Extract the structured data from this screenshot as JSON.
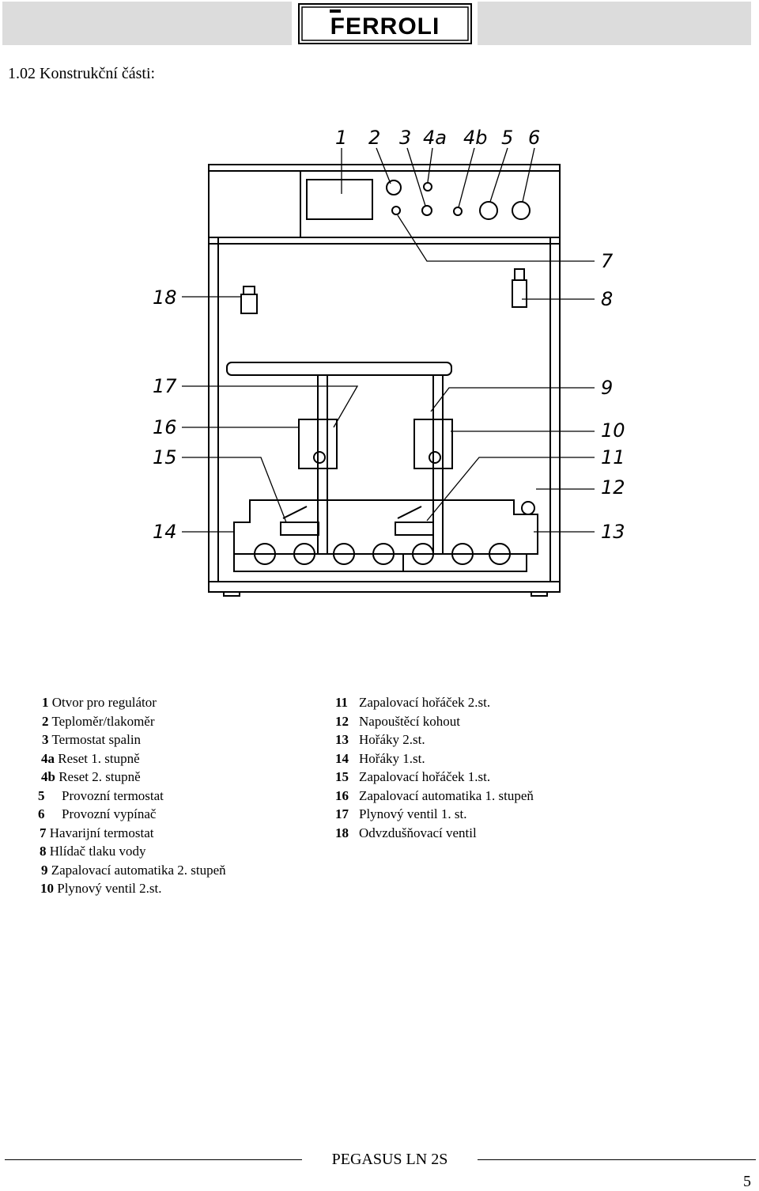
{
  "header": {
    "logo_text": "FERROLI"
  },
  "section_title": "1.02 Konstrukční části:",
  "diagram": {
    "labels": [
      "1",
      "2",
      "3",
      "4a",
      "4b",
      "5",
      "6",
      "7",
      "8",
      "9",
      "10",
      "11",
      "12",
      "13",
      "14",
      "15",
      "16",
      "17",
      "18"
    ]
  },
  "legend": {
    "left": [
      {
        "num": "1",
        "text": "Otvor pro regulátor"
      },
      {
        "num": "2",
        "text": "Teploměr/tlakoměr"
      },
      {
        "num": "3",
        "text": "Termostat spalin"
      },
      {
        "num": "4a",
        "text": "Reset 1. stupně"
      },
      {
        "num": "4b",
        "text": "Reset 2. stupně"
      },
      {
        "num": "5",
        "text": "Provozní termostat"
      },
      {
        "num": "6",
        "text": "Provozní vypínač"
      },
      {
        "num": "7",
        "text": "Havarijní termostat"
      },
      {
        "num": "8",
        "text": "Hlídač tlaku vody"
      },
      {
        "num": "9",
        "text": "Zapalovací automatika 2. stupeň"
      },
      {
        "num": "10",
        "text": "Plynový ventil 2.st."
      }
    ],
    "right": [
      {
        "num": "11",
        "text": "Zapalovací hořáček 2.st."
      },
      {
        "num": "12",
        "text": "Napouštěcí kohout"
      },
      {
        "num": "13",
        "text": "Hořáky 2.st."
      },
      {
        "num": "14",
        "text": "Hořáky 1.st."
      },
      {
        "num": "15",
        "text": "Zapalovací hořáček 1.st."
      },
      {
        "num": "16",
        "text": "Zapalovací automatika 1. stupeň"
      },
      {
        "num": "17",
        "text": "Plynový ventil  1. st."
      },
      {
        "num": "18",
        "text": "Odvzdušňovací ventil"
      }
    ]
  },
  "footer": {
    "title": "PEGASUS LN 2S",
    "page_number": "5"
  }
}
